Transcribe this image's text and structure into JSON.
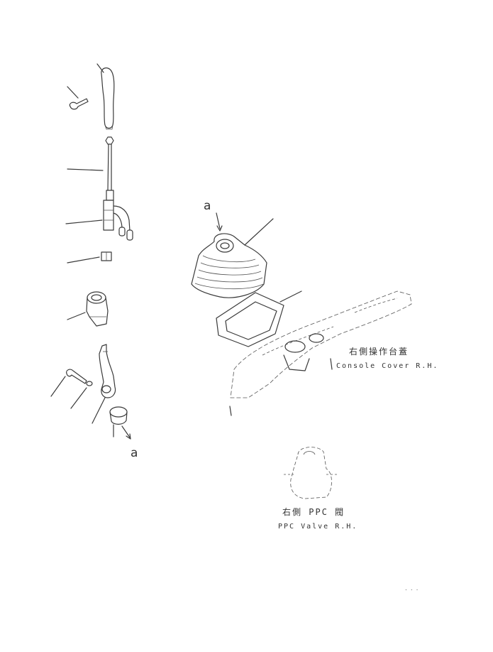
{
  "diagram": {
    "callouts": {
      "a_top": "a",
      "a_bottom": "a"
    },
    "console_cover": {
      "jp": "右側操作台蓋",
      "en": "Console Cover R.H."
    },
    "ppc_valve": {
      "jp": "右側 PPC 閥",
      "en": "PPC Valve R.H."
    },
    "drawing_code": "..."
  }
}
